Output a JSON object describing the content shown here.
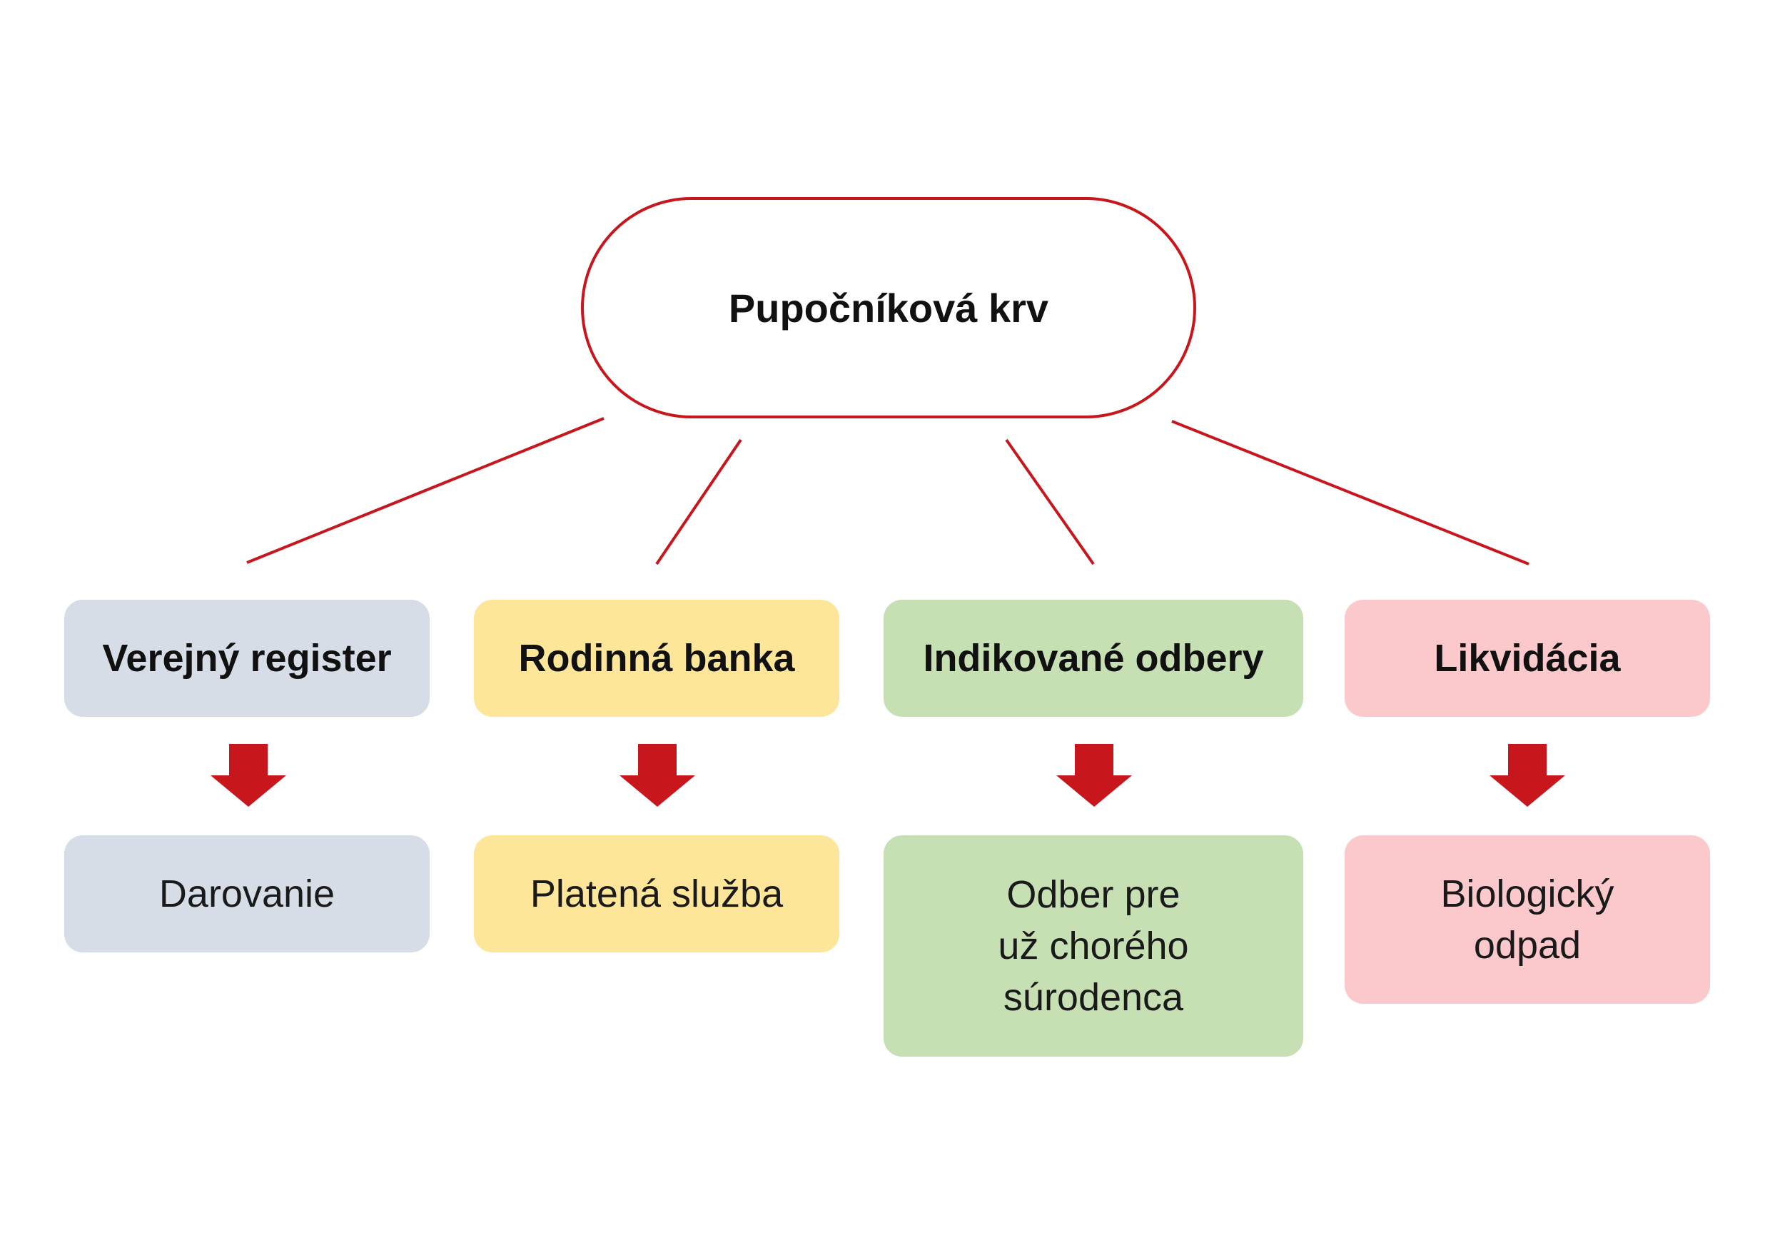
{
  "colors": {
    "accent_red": "#c8161d",
    "public_registry_fill": "#d6dde6",
    "family_bank_fill": "#fde59a",
    "indicated_fill": "#c6e0b4",
    "disposal_fill": "#fbc9cc"
  },
  "root": {
    "label": "Pupočníková krv"
  },
  "branches": [
    {
      "category": "Verejný register",
      "result": "Darovanie"
    },
    {
      "category": "Rodinná banka",
      "result": "Platená služba"
    },
    {
      "category": "Indikované odbery",
      "result": "Odber pre\nuž chorého\nsúrodenca"
    },
    {
      "category": "Likvidácia",
      "result": "Biologický\nodpad"
    }
  ],
  "icons": {
    "arrow": "arrow-down-icon"
  }
}
